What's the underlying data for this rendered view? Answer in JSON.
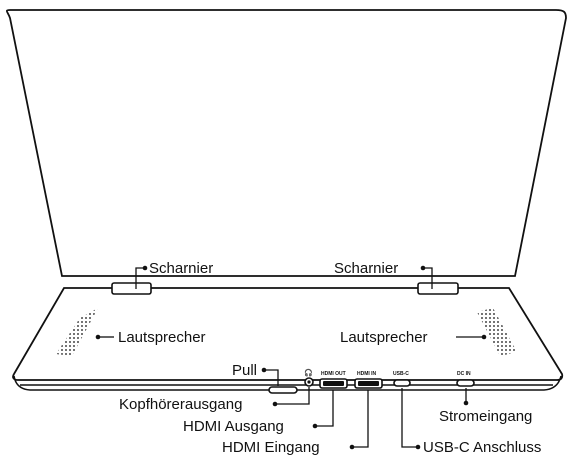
{
  "labels": {
    "hinge_left": "Scharnier",
    "hinge_right": "Scharnier",
    "speaker_left": "Lautsprecher",
    "speaker_right": "Lautsprecher",
    "pull": "Pull",
    "headphone_out": "Kopfhörerausgang",
    "hdmi_out": "HDMI Ausgang",
    "hdmi_in": "HDMI Eingang",
    "usb_c": "USB-C Anschluss",
    "power_in": "Stromeingang"
  },
  "port_markings": {
    "headphone": "🎧",
    "hdmi_out": "HDMI OUT",
    "hdmi_in": "HDMI IN",
    "usb_c": "USB-C",
    "dc_in": "DC IN"
  },
  "colors": {
    "line": "#111111",
    "background": "#ffffff"
  }
}
